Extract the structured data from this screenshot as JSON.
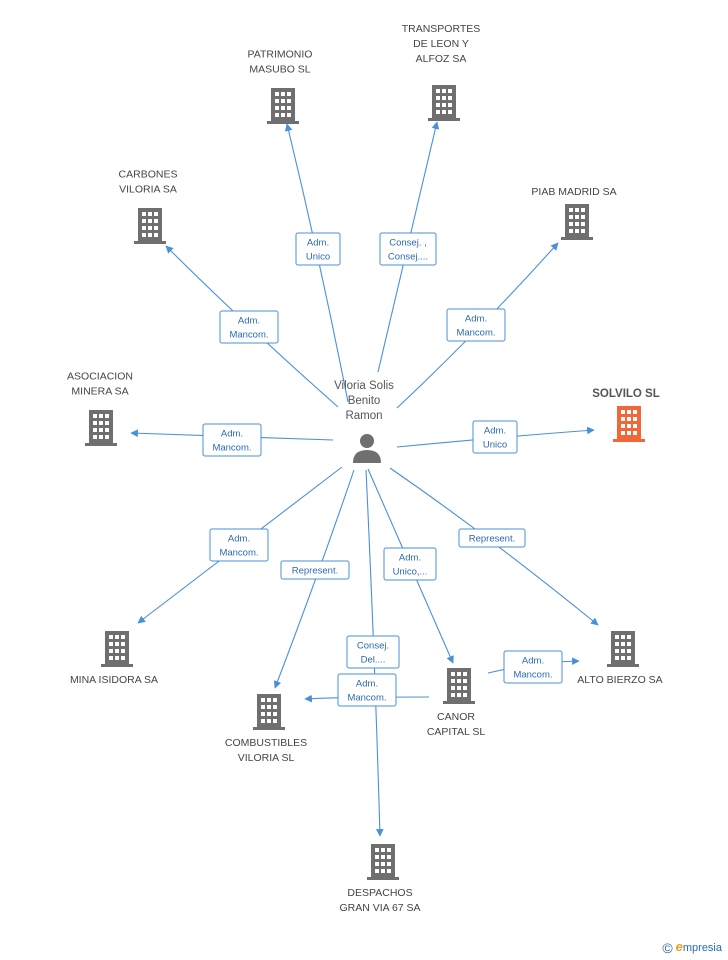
{
  "colors": {
    "edge": "#4a90d9",
    "building": "#6f6f6f",
    "highlight": "#f26739",
    "person": "#6f6f6f"
  },
  "center": {
    "label": [
      "Viloria Solis",
      "Benito",
      "Ramon"
    ],
    "icon": "person-icon"
  },
  "nodes": [
    {
      "id": "patrimonio",
      "label": [
        "PATRIMONIO",
        "MASUBO SL"
      ],
      "icon": "building-icon"
    },
    {
      "id": "transportes",
      "label": [
        "TRANSPORTES",
        "DE LEON Y",
        "ALFOZ SA"
      ],
      "icon": "building-icon"
    },
    {
      "id": "carbones",
      "label": [
        "CARBONES",
        "VILORIA SA"
      ],
      "icon": "building-icon"
    },
    {
      "id": "piab",
      "label": [
        "PIAB MADRID SA"
      ],
      "icon": "building-icon"
    },
    {
      "id": "asociacion",
      "label": [
        "ASOCIACION",
        "MINERA SA"
      ],
      "icon": "building-icon"
    },
    {
      "id": "solvilo",
      "label": [
        "SOLVILO SL"
      ],
      "icon": "building-icon",
      "highlight": true
    },
    {
      "id": "mina",
      "label": [
        "MINA ISIDORA SA"
      ],
      "icon": "building-icon"
    },
    {
      "id": "combustibles",
      "label": [
        "COMBUSTIBLES",
        "VILORIA SL"
      ],
      "icon": "building-icon"
    },
    {
      "id": "canor",
      "label": [
        "CANOR",
        "CAPITAL SL"
      ],
      "icon": "building-icon"
    },
    {
      "id": "alto",
      "label": [
        "ALTO BIERZO SA"
      ],
      "icon": "building-icon"
    },
    {
      "id": "despachos",
      "label": [
        "DESPACHOS",
        "GRAN VIA 67 SA"
      ],
      "icon": "building-icon"
    }
  ],
  "edges": [
    {
      "to": "patrimonio",
      "label": [
        "Adm.",
        "Unico"
      ]
    },
    {
      "to": "transportes",
      "label": [
        "Consej. ,",
        "Consej...."
      ]
    },
    {
      "to": "carbones",
      "label": [
        "Adm.",
        "Mancom."
      ]
    },
    {
      "to": "piab",
      "label": [
        "Adm.",
        "Mancom."
      ]
    },
    {
      "to": "asociacion",
      "label": [
        "Adm.",
        "Mancom."
      ]
    },
    {
      "to": "solvilo",
      "label": [
        "Adm.",
        "Unico"
      ]
    },
    {
      "to": "mina",
      "label": [
        "Adm.",
        "Mancom."
      ]
    },
    {
      "to": "combustibles",
      "label": [
        "Represent."
      ]
    },
    {
      "to": "canor",
      "label": [
        "Adm.",
        "Unico,..."
      ]
    },
    {
      "to": "alto",
      "label": [
        "Represent."
      ]
    },
    {
      "to": "despachos",
      "label": [
        "Consej.",
        "Del...."
      ]
    },
    {
      "from": "canor",
      "to": "combustibles",
      "label": [
        "Adm.",
        "Mancom."
      ]
    },
    {
      "from": "canor",
      "to": "alto",
      "label": [
        "Adm.",
        "Mancom."
      ]
    }
  ],
  "footer": {
    "copyright": "©",
    "brand_first": "e",
    "brand_rest": "mpresia"
  }
}
